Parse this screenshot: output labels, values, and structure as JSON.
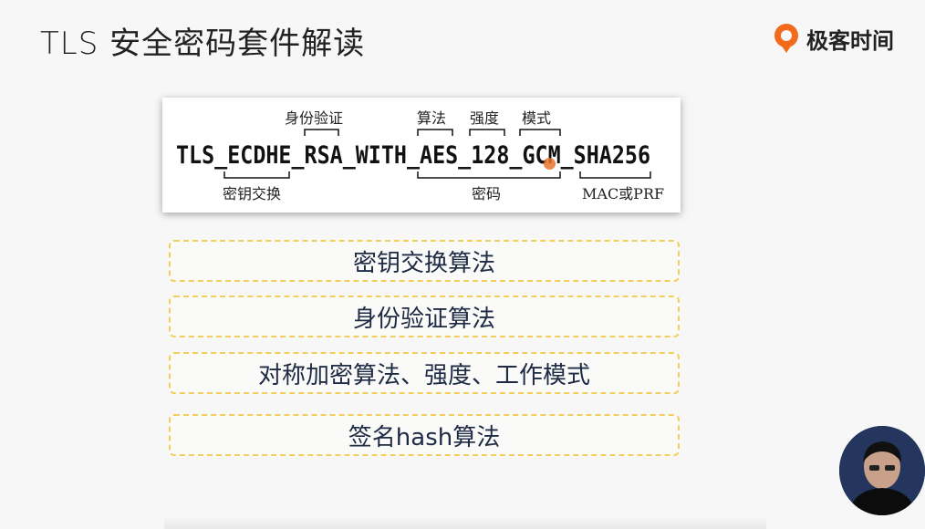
{
  "page": {
    "title": "TLS 安全密码套件解读"
  },
  "brand": {
    "name": "极客时间",
    "logo_icon": "geektime-logo-icon",
    "accent": "#f26a1b"
  },
  "cipher_suite": {
    "string": "TLS_ECDHE_RSA_WITH_AES_128_GCM_SHA256",
    "labels": {
      "key_exchange": "密钥交换",
      "authentication": "身份验证",
      "algorithm": "算法",
      "strength": "强度",
      "mode": "模式",
      "cipher": "密码",
      "mac": "MAC或PRF"
    }
  },
  "items": [
    {
      "label": "密钥交换算法"
    },
    {
      "label": "身份验证算法"
    },
    {
      "label": "对称加密算法、强度、工作模式"
    },
    {
      "label": "签名hash算法"
    }
  ],
  "colors": {
    "dashed_border": "#f2cf5a",
    "item_text": "#1f2a44",
    "cursor": "#e8742a"
  }
}
